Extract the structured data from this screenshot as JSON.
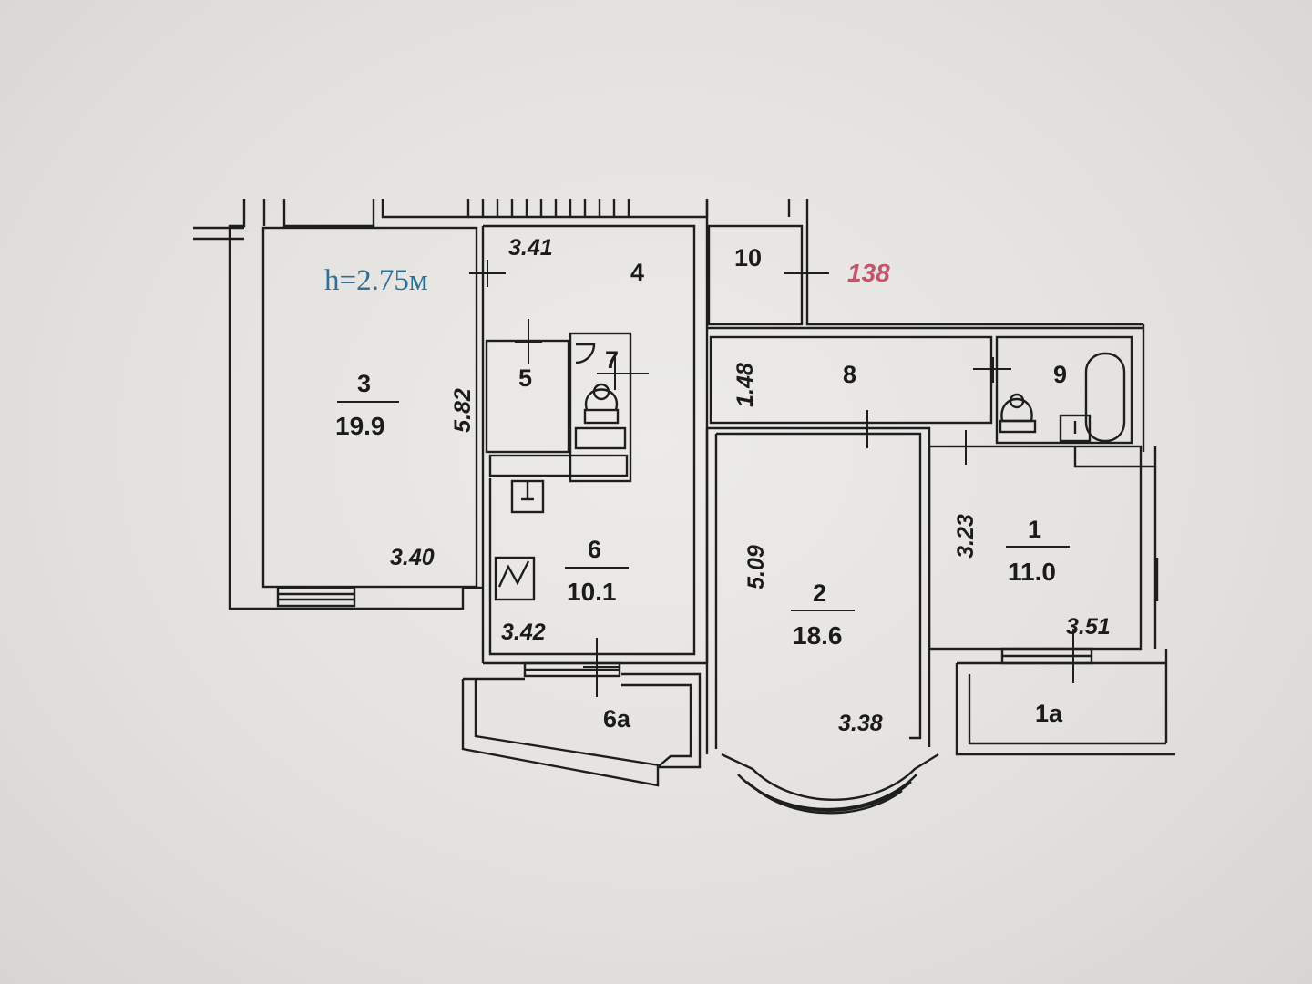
{
  "plan": {
    "ceiling_height": "h=2.75м",
    "flat_number": "138",
    "colors": {
      "ink": "#1e1e1e",
      "height_text": "#2f6f95",
      "flat_number": "#c2556b"
    },
    "rooms": [
      {
        "id": "3",
        "number": "3",
        "area": "19.9"
      },
      {
        "id": "4",
        "number": "4"
      },
      {
        "id": "5",
        "number": "5"
      },
      {
        "id": "7",
        "number": "7"
      },
      {
        "id": "6",
        "number": "6",
        "area": "10.1"
      },
      {
        "id": "6a",
        "number": "6а"
      },
      {
        "id": "10",
        "number": "10"
      },
      {
        "id": "8",
        "number": "8"
      },
      {
        "id": "9",
        "number": "9"
      },
      {
        "id": "2",
        "number": "2",
        "area": "18.6"
      },
      {
        "id": "1",
        "number": "1",
        "area": "11.0"
      },
      {
        "id": "1a",
        "number": "1а"
      }
    ],
    "dimensions": {
      "room3_width": "3.40",
      "room3_length": "5.82",
      "room4_width": "3.41",
      "room6_width": "3.42",
      "room8_width": "1.48",
      "room2_length": "5.09",
      "room2_width": "3.38",
      "room1_length": "3.23",
      "room1_width": "3.51"
    }
  }
}
